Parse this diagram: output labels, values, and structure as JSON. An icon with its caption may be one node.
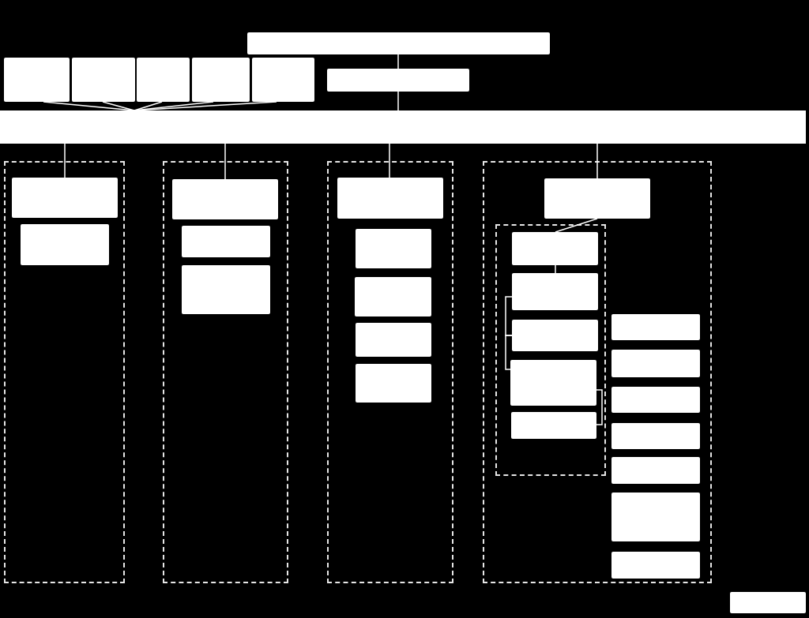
{
  "diagram": {
    "nodes": [
      {
        "text": [],
        "shape": "box"
      },
      {
        "text": [],
        "shape": "box"
      },
      {
        "text": [],
        "shape": "box"
      },
      {
        "text": [],
        "shape": "box"
      },
      {
        "text": [],
        "shape": "box"
      },
      {
        "text": [],
        "shape": "box"
      },
      {
        "text": [],
        "shape": "box"
      },
      {
        "text": [],
        "shape": "bar"
      },
      {
        "text": [],
        "shape": "frame"
      },
      {
        "text": [],
        "shape": "box",
        "in": 8
      },
      {
        "text": [],
        "shape": "box",
        "in": 8
      },
      {
        "text": [],
        "shape": "frame"
      },
      {
        "text": [],
        "shape": "box",
        "in": 11
      },
      {
        "text": [],
        "shape": "box",
        "in": 11
      },
      {
        "text": [],
        "shape": "box",
        "in": 11
      },
      {
        "text": [],
        "shape": "frame"
      },
      {
        "text": [],
        "shape": "box",
        "in": 15
      },
      {
        "text": [],
        "shape": "box",
        "in": 15
      },
      {
        "text": [],
        "shape": "box",
        "in": 15
      },
      {
        "text": [],
        "shape": "box",
        "in": 15
      },
      {
        "text": [],
        "shape": "box",
        "in": 15
      },
      {
        "text": [],
        "shape": "frame"
      },
      {
        "text": [],
        "shape": "box",
        "in": 21
      },
      {
        "text": [],
        "shape": "frame",
        "in": 21
      },
      {
        "text": [],
        "shape": "box",
        "in": 23
      },
      {
        "text": [],
        "shape": "box",
        "in": 23
      },
      {
        "text": [],
        "shape": "box",
        "in": 23
      },
      {
        "text": [],
        "shape": "box",
        "in": 23
      },
      {
        "text": [],
        "shape": "box",
        "in": 23
      },
      {
        "text": [],
        "shape": "box",
        "in": 21
      },
      {
        "text": [],
        "shape": "box",
        "in": 21
      },
      {
        "text": [],
        "shape": "box",
        "in": 21
      },
      {
        "text": [],
        "shape": "box",
        "in": 21
      },
      {
        "text": [],
        "shape": "box",
        "in": 21
      },
      {
        "text": [],
        "shape": "box",
        "in": 21
      },
      {
        "text": [],
        "shape": "box",
        "in": 21
      },
      {
        "text": [],
        "shape": "box"
      }
    ],
    "edges": [
      {
        "from": 0,
        "to": 6,
        "arrow": "none"
      },
      {
        "from": 6,
        "to": 7,
        "arrow": "none"
      },
      {
        "from": 1,
        "to": 7,
        "arrow": "none"
      },
      {
        "from": 2,
        "to": 7,
        "arrow": "none"
      },
      {
        "from": 3,
        "to": 7,
        "arrow": "none"
      },
      {
        "from": 4,
        "to": 7,
        "arrow": "none"
      },
      {
        "from": 5,
        "to": 7,
        "arrow": "none"
      },
      {
        "from": 7,
        "to": 9,
        "arrow": "none"
      },
      {
        "from": 7,
        "to": 12,
        "arrow": "none"
      },
      {
        "from": 7,
        "to": 16,
        "arrow": "none"
      },
      {
        "from": 7,
        "to": 22,
        "arrow": "none"
      },
      {
        "from": 22,
        "to": 24,
        "arrow": "none"
      },
      {
        "from": 24,
        "to": 25,
        "arrow": "none"
      },
      {
        "from": 25,
        "to": 26,
        "arrow": "none"
      },
      {
        "from": 26,
        "to": 27,
        "arrow": "none"
      },
      {
        "from": 27,
        "to": 28,
        "arrow": "none"
      }
    ]
  }
}
